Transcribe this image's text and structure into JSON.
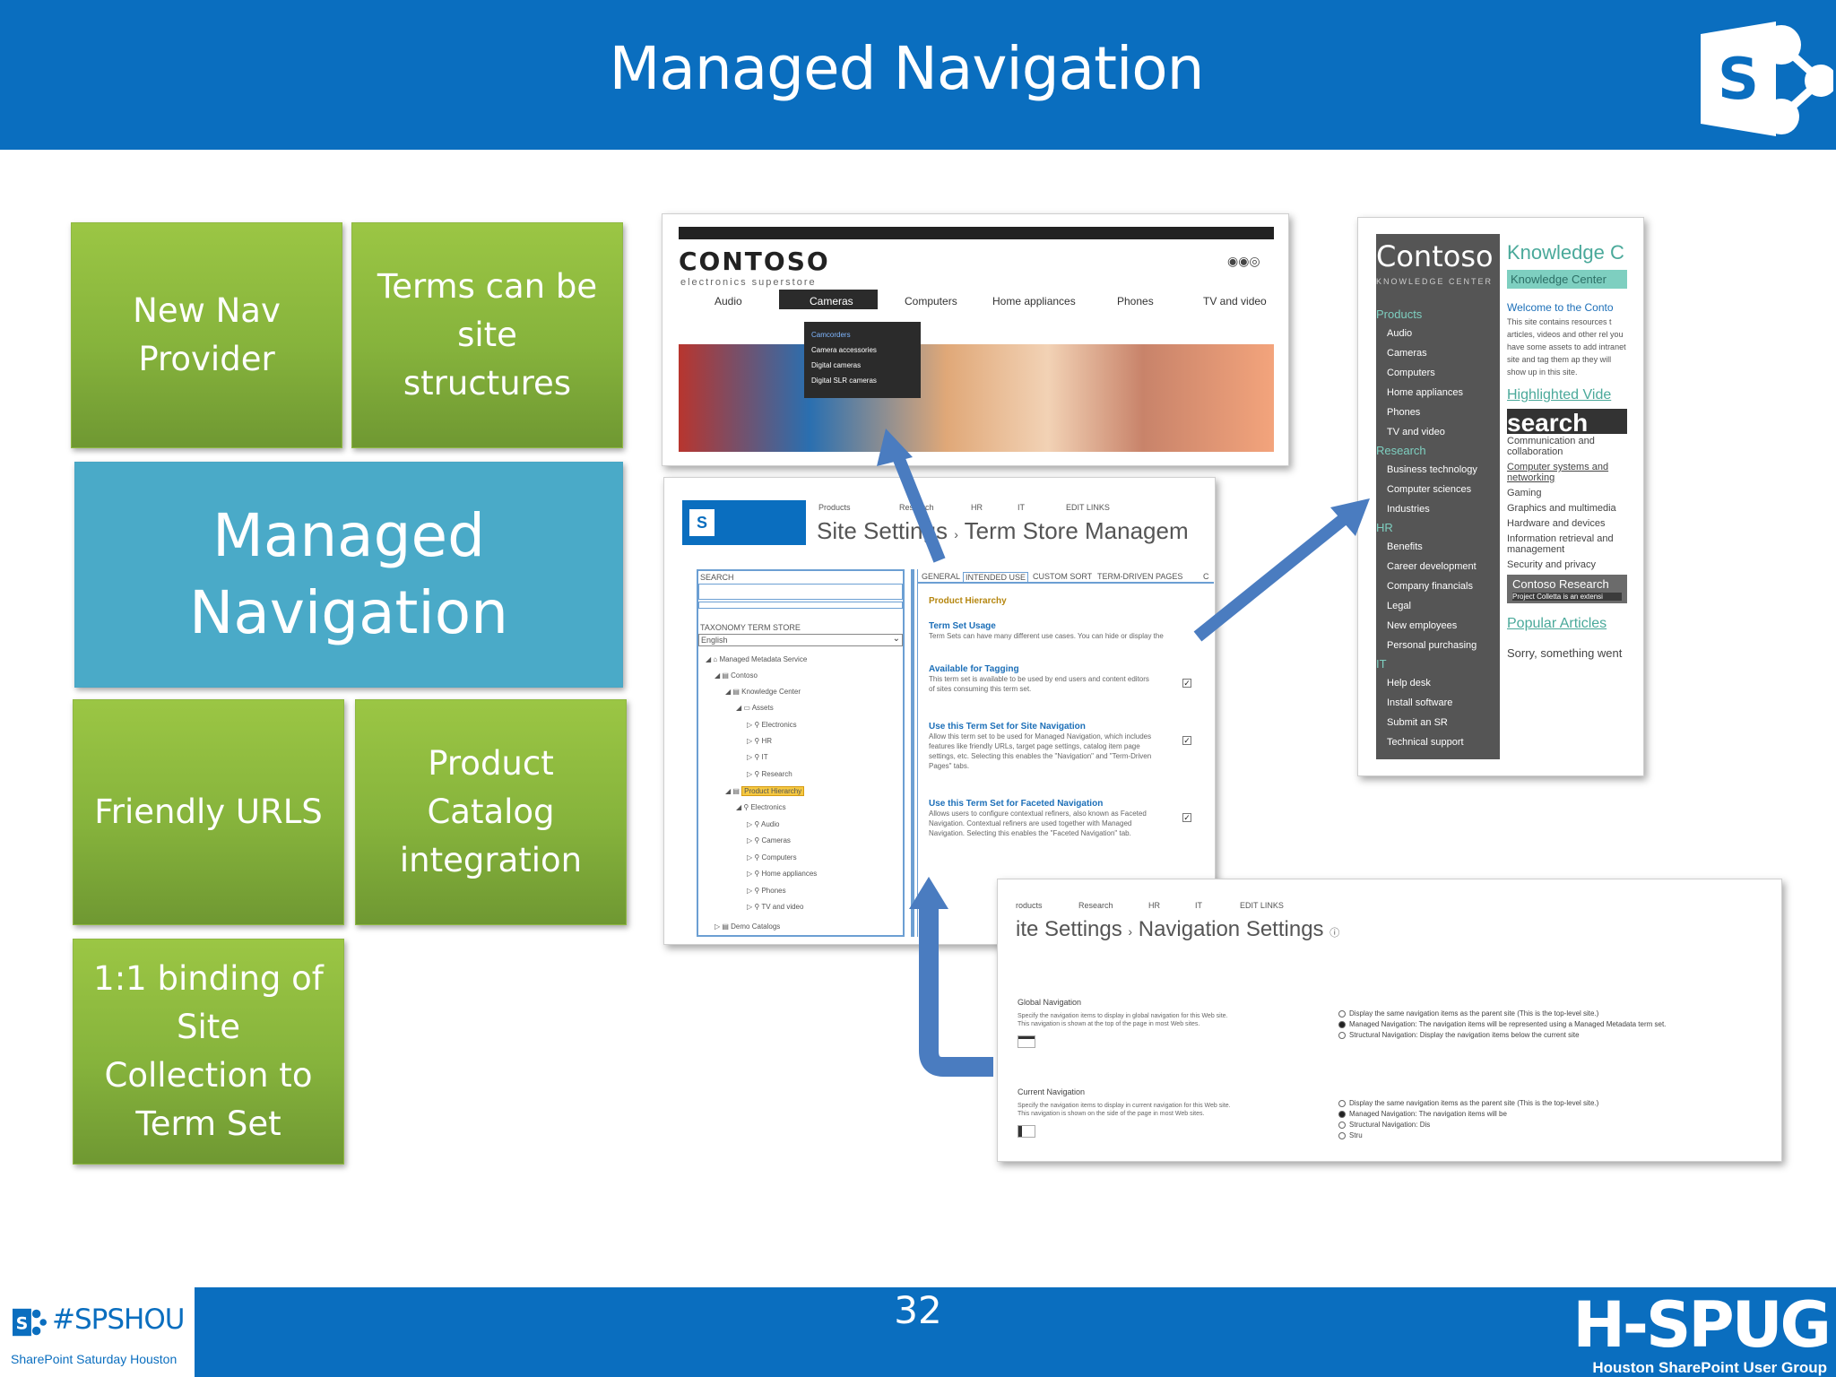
{
  "slide": {
    "title": "Managed Navigation",
    "page_number": "32"
  },
  "colors": {
    "band": "#0a6ebf",
    "tile_green": "#86b33c",
    "tile_blue": "#4aaac8",
    "arrow": "#4a7cc0"
  },
  "tiles": {
    "new_nav": "New Nav\nProvider",
    "terms": "Terms can be\nsite\nstructures",
    "managed": "Managed\nNavigation",
    "friendly": "Friendly URLS",
    "catalog": "Product\nCatalog\nintegration",
    "binding": "1:1 binding of\nSite\nCollection to\nTerm Set"
  },
  "footer": {
    "hashtag": "#SPSHOU",
    "event": "SharePoint Saturday Houston",
    "group_logo": "H-SPUG",
    "group_name": "Houston SharePoint User Group"
  },
  "contoso": {
    "logo": "CONTOSO",
    "tagline": "electronics superstore",
    "nav": [
      "Audio",
      "Cameras",
      "Computers",
      "Home appliances",
      "Phones",
      "TV and video"
    ],
    "dropdown": [
      "Camcorders",
      "Camera accessories",
      "Digital cameras",
      "Digital SLR cameras"
    ]
  },
  "term_store": {
    "topnav": [
      "Products",
      "Research",
      "HR",
      "IT",
      "EDIT LINKS"
    ],
    "breadcrumb_a": "Site Settings",
    "breadcrumb_b": "Term Store Managem",
    "search_label": "SEARCH",
    "taxonomy_label": "TAXONOMY TERM STORE",
    "language": "English",
    "tree": [
      "Managed Metadata Service",
      "Contoso",
      "Knowledge Center",
      "Assets",
      "Electronics",
      "HR",
      "IT",
      "Research",
      "Product Hierarchy",
      "Electronics",
      "Audio",
      "Cameras",
      "Computers",
      "Home appliances",
      "Phones",
      "TV and video",
      "Demo Catalogs"
    ],
    "tabs": [
      "GENERAL",
      "INTENDED USE",
      "CUSTOM SORT",
      "TERM-DRIVEN PAGES",
      "C"
    ],
    "heading": "Product Hierarchy",
    "sections": [
      {
        "title": "Term Set Usage",
        "body": "Term Sets can have many different use cases. You can hide or display the"
      },
      {
        "title": "Available for Tagging",
        "body": "This term set is available to be used by end users and content editors of sites consuming this term set."
      },
      {
        "title": "Use this Term Set for Site Navigation",
        "body": "Allow this term set to be used for Managed Navigation, which includes features like friendly URLs, target page settings, catalog item page settings, etc. Selecting this enables the \"Navigation\" and \"Term-Driven Pages\" tabs."
      },
      {
        "title": "Use this Term Set for Faceted Navigation",
        "body": "Allows users to configure contextual refiners, also known as Faceted Navigation. Contextual refiners are used together with Managed Navigation. Selecting this enables the \"Faceted Navigation\" tab."
      }
    ]
  },
  "knowledge_center": {
    "logo": "Contoso",
    "logo_sub": "KNOWLEDGE CENTER",
    "groups": [
      {
        "name": "Products",
        "items": [
          "Audio",
          "Cameras",
          "Computers",
          "Home appliances",
          "Phones",
          "TV and video"
        ]
      },
      {
        "name": "Research",
        "items": [
          "Business technology",
          "Computer sciences",
          "Industries"
        ]
      },
      {
        "name": "HR",
        "items": [
          "Benefits",
          "Career development",
          "Company financials",
          "Legal",
          "New employees",
          "Personal purchasing"
        ]
      },
      {
        "name": "IT",
        "items": [
          "Help desk",
          "Install software",
          "Submit an SR",
          "Technical support"
        ]
      }
    ],
    "header": "Knowledge C",
    "crumb": "Knowledge Center",
    "welcome": "Welcome to the Conto",
    "intro": "This site contains resources t articles, videos and other rel you have some assets to add intranet site and tag them ap they will show up in this site.",
    "highlighted": "Highlighted Vide",
    "search_word": "search",
    "topics": [
      "Communication and collaboration",
      "Computer systems and networking",
      "Gaming",
      "Graphics and multimedia",
      "Hardware and devices",
      "Information retrieval and management",
      "Security and privacy"
    ],
    "research_box": "Contoso Research",
    "research_sub": "Project Colletta is an extensi",
    "popular": "Popular Articles",
    "sorry": "Sorry, something went"
  },
  "nav_settings": {
    "topnav": [
      "roducts",
      "Research",
      "HR",
      "IT",
      "EDIT LINKS"
    ],
    "breadcrumb_a": "ite Settings",
    "breadcrumb_b": "Navigation Settings",
    "global": {
      "title": "Global Navigation",
      "desc": "Specify the navigation items to display in global navigation for this Web site. This navigation is shown at the top of the page in most Web sites.",
      "options": [
        "Display the same navigation items as the parent site (This is the top-level site.)",
        "Managed Navigation: The navigation items will be represented using a Managed Metadata term set.",
        "Structural Navigation: Display the navigation items below the current site"
      ]
    },
    "current": {
      "title": "Current Navigation",
      "desc": "Specify the navigation items to display in current navigation for this Web site. This navigation is shown on the side of the page in most Web sites.",
      "options": [
        "Display the same navigation items as the parent site (This is the top-level site.)",
        "Managed Navigation: The navigation items will be",
        "Structural Navigation: Dis",
        "Stru"
      ]
    }
  }
}
